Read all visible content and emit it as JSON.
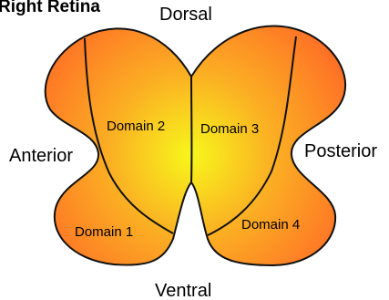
{
  "title": "Right Retina",
  "orientation": {
    "dorsal": "Dorsal",
    "ventral": "Ventral",
    "anterior": "Anterior",
    "posterior": "Posterior"
  },
  "domains": {
    "d1": "Domain 1",
    "d2": "Domain 2",
    "d3": "Domain 3",
    "d4": "Domain 4"
  },
  "colors": {
    "center": "#f7f71b",
    "mid": "#fbaf23",
    "edge": "#ff6a26",
    "outline": "#111111"
  }
}
